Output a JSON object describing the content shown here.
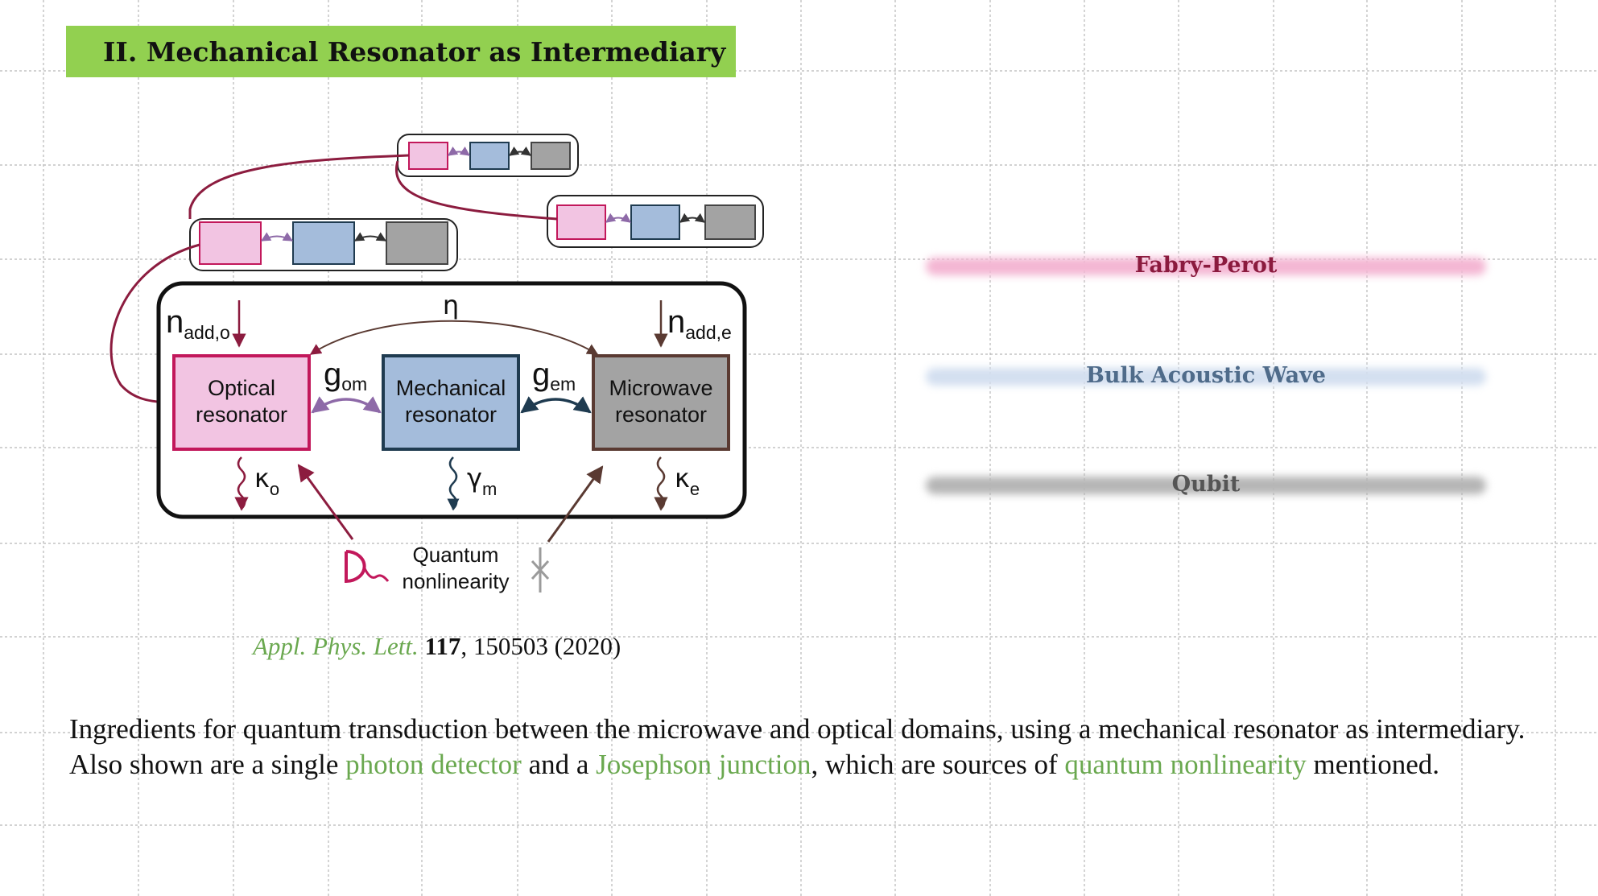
{
  "title": "II. Mechanical Resonator as Intermediary",
  "diagram": {
    "top_label": "η",
    "n_add_o": {
      "main": "n",
      "sub": "add,o"
    },
    "n_add_e": {
      "main": "n",
      "sub": "add,e"
    },
    "g_om": {
      "main": "g",
      "sub": "om"
    },
    "g_em": {
      "main": "g",
      "sub": "em"
    },
    "optical": {
      "line1": "Optical",
      "line2": "resonator"
    },
    "mechanical": {
      "line1": "Mechanical",
      "line2": "resonator"
    },
    "microwave": {
      "line1": "Microwave",
      "line2": "resonator"
    },
    "kappa_o": {
      "main": "κ",
      "sub": "o"
    },
    "gamma_m": {
      "main": "γ",
      "sub": "m"
    },
    "kappa_e": {
      "main": "κ",
      "sub": "e"
    },
    "nonlinearity": {
      "line1": "Quantum",
      "line2": "nonlinearity"
    },
    "colors": {
      "optical_fill": "#f2c4e2",
      "optical_edge": "#c2185b",
      "mech_fill": "#a4bcdb",
      "mech_edge": "#1f3b50",
      "micro_fill": "#a3a3a3",
      "micro_edge": "#5a3a32",
      "crimson": "#8c1c3f",
      "brown": "#5a3a32"
    }
  },
  "citation": {
    "journal": "Appl. Phys. Lett.",
    "volume": "117",
    "rest": ", 150503 (2020)"
  },
  "caption": {
    "part1": "Ingredients for quantum transduction between the microwave and optical domains, using a mechanical resonator as intermediary. Also shown are a single ",
    "hl1": "photon detector",
    "part2": " and a ",
    "hl2": "Josephson junction",
    "part3": ", which are sources of ",
    "hl3": "quantum nonlinearity",
    "part4": " mentioned."
  },
  "legend": [
    {
      "label": "Fabry-Perot",
      "color": "#8b1a3e",
      "band": "#f4b6d3"
    },
    {
      "label": "Bulk Acoustic Wave",
      "color": "#4f6b8a",
      "band": "#d3dff0"
    },
    {
      "label": "Qubit",
      "color": "#555555",
      "band": "#b5b5b5"
    }
  ]
}
